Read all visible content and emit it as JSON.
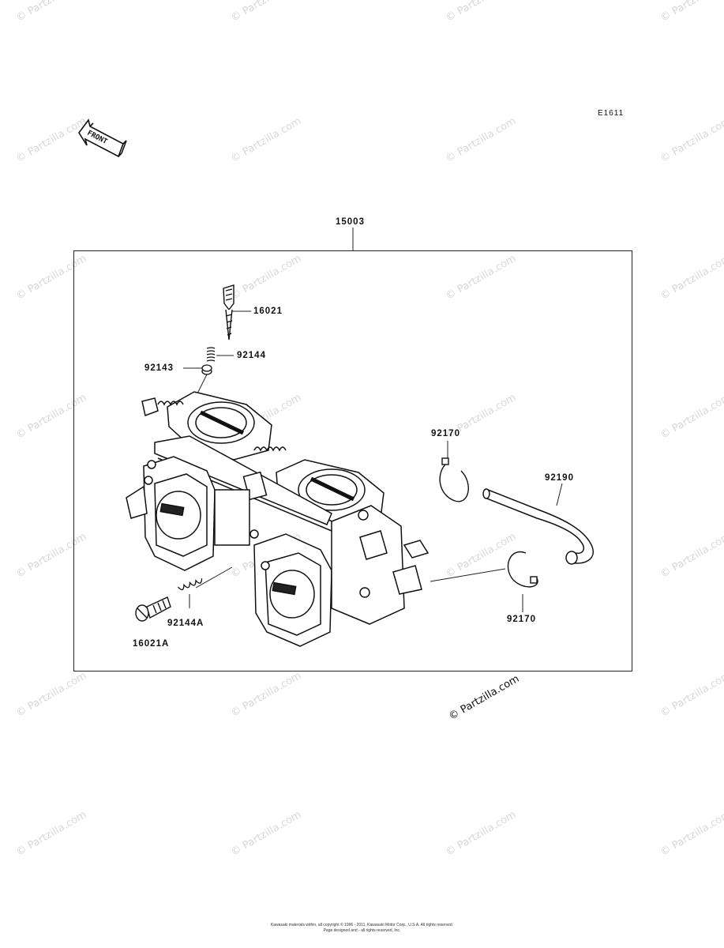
{
  "diagram": {
    "code": "E1611",
    "front_label": "FRONT",
    "watermark_main": "© Partzilla.com",
    "watermark_repeat": "© Partzilla.com",
    "parts": {
      "p15003": "15003",
      "p16021": "16021",
      "p92144": "92144",
      "p92143": "92143",
      "p92170a": "92170",
      "p92190": "92190",
      "p92144A": "92144A",
      "p16021A": "16021A",
      "p92170b": "92170"
    },
    "footer": {
      "line1": "Kawasaki materials within, all copyright © 1996 - 2011, Kawasaki Motor Corp., U.S.A. All rights reserved.",
      "line2": "Page designed and - all rights reserved, Inc."
    }
  }
}
